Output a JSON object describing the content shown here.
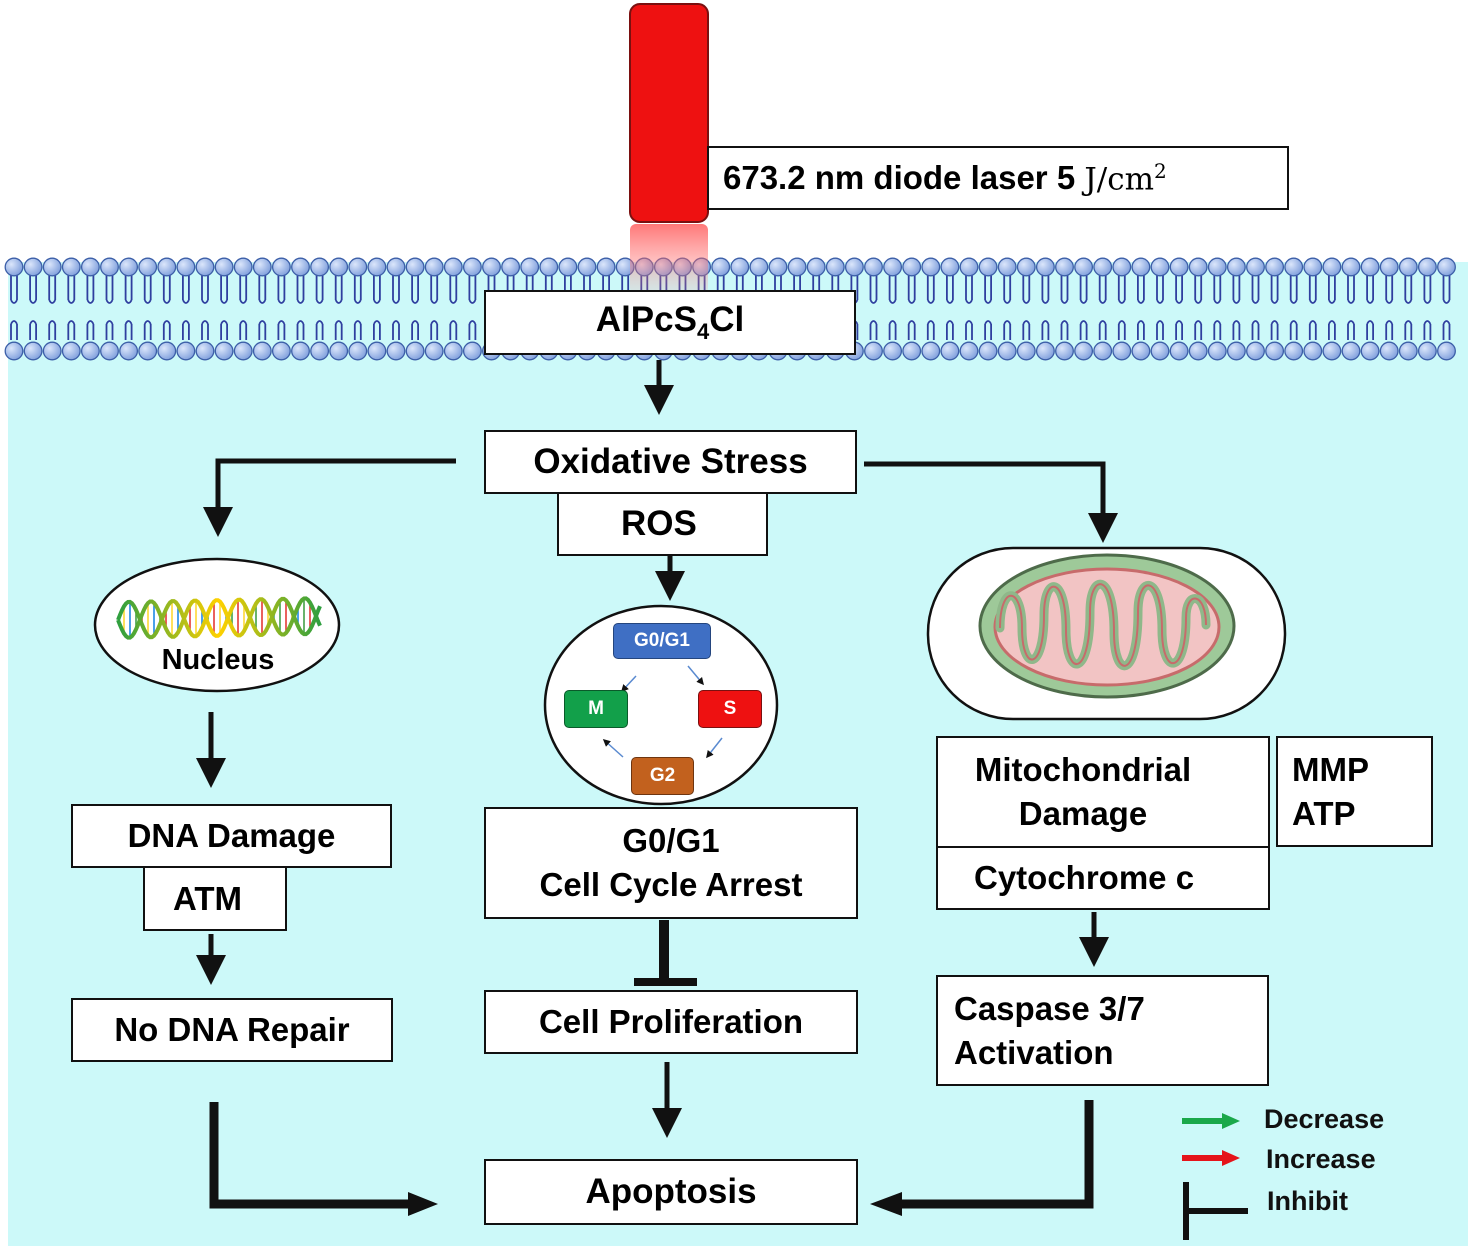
{
  "laser": {
    "label": "673.2 nm diode laser 5 ",
    "unit_text": "J/cm",
    "unit_exp": "2"
  },
  "membrane": {
    "compound_base": "AlPcS",
    "compound_sub": "4",
    "compound_tail": "Cl"
  },
  "oxidative_stress": {
    "label": "Oxidative Stress",
    "ros": "ROS"
  },
  "nucleus": {
    "label": "Nucleus"
  },
  "dna_damage": {
    "label": "DNA Damage",
    "atm": "ATM"
  },
  "no_repair": {
    "label": "No DNA Repair"
  },
  "cell_cycle": {
    "phases": {
      "g0g1": "G0/G1",
      "s": "S",
      "g2": "G2",
      "m": "M"
    },
    "arrest_line1": "G0/G1",
    "arrest_line2": "Cell Cycle Arrest"
  },
  "proliferation": {
    "label": "Cell Proliferation"
  },
  "apoptosis": {
    "label": "Apoptosis"
  },
  "mito": {
    "damage_line1": "Mitochondrial",
    "damage_line2": "Damage",
    "mmp": "MMP",
    "atp": "ATP",
    "cytochrome": "Cytochrome c",
    "caspase_line1": "Caspase 3/7",
    "caspase_line2": "Activation"
  },
  "legend": {
    "decrease": "Decrease",
    "increase": "Increase",
    "inhibit": "Inhibit"
  },
  "colors": {
    "cytoplasm": "#ccf9f9",
    "laser": "#ee1111",
    "increase": "#e5141a",
    "decrease": "#1aa84a",
    "membrane_head": "#8fb0ea",
    "membrane_tail": "#2f3f9f",
    "phase_g0g1": "#3f6fc4",
    "phase_s": "#ee1111",
    "phase_g2": "#c2611e",
    "phase_m": "#12a04a"
  }
}
